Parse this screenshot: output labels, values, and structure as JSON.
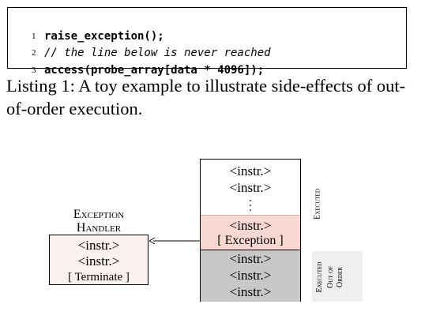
{
  "listing": {
    "lines": [
      {
        "num": "1",
        "code": "raise_exception();"
      },
      {
        "num": "2",
        "code": "// the line below is never reached"
      },
      {
        "num": "3",
        "code": "access(probe_array[data * 4096]);"
      }
    ],
    "caption": "Listing 1: A toy example to illustrate side-effects of out-of-order execution."
  },
  "figure": {
    "handler": {
      "title_line1": "Exception",
      "title_line2": "Handler",
      "items": [
        "<instr.>",
        "<instr.>",
        "[ Terminate ]"
      ]
    },
    "stack": {
      "normal": [
        "<instr.>",
        "<instr.>"
      ],
      "vdots": "⋮",
      "exception": [
        "<instr.>",
        "[ Exception ]"
      ],
      "out_of_order": [
        "<instr.>",
        "<instr.>",
        "<instr.>"
      ]
    },
    "labels": {
      "executed": "Executed",
      "ooo_line1": "Executed",
      "ooo_line2": "Out of",
      "ooo_line3": "Order"
    },
    "colors": {
      "exception": "#f9d7d2",
      "out_of_order": "#c8c8c8",
      "handler": "#fdf1ef"
    }
  }
}
